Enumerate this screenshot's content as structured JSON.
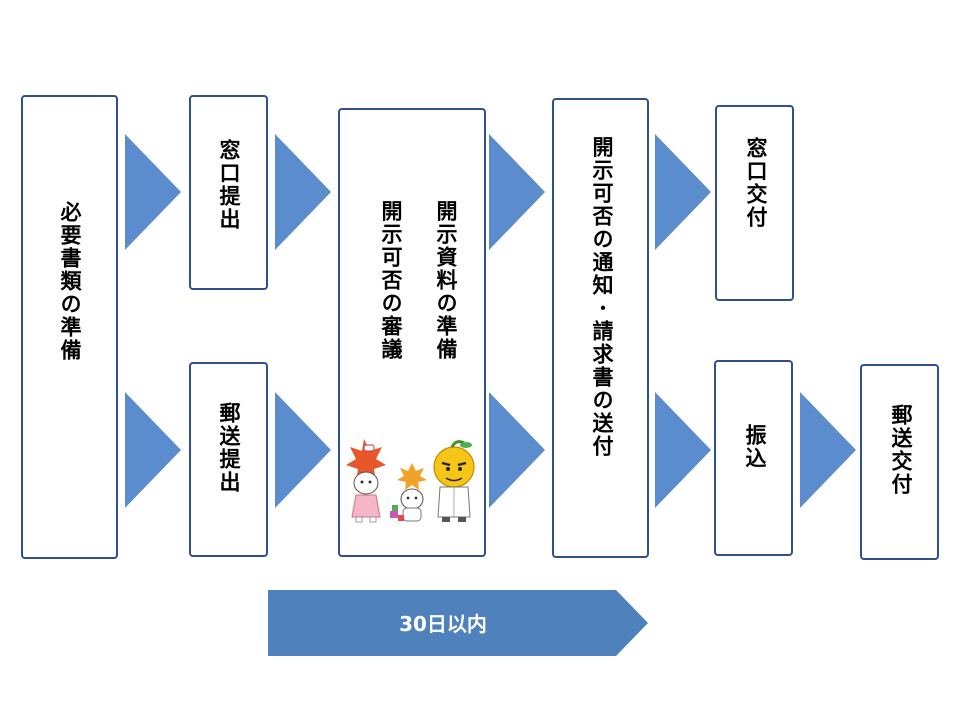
{
  "steps": {
    "prepare_documents": "必要書類の準備",
    "window_submission": "窓口提出",
    "mail_submission": "郵送提出",
    "review": {
      "line1": "開示資料の準備",
      "line2": "開示可否の審議"
    },
    "notification": "開示可否の通知･請求書の送付",
    "window_delivery": "窓口交付",
    "bank_transfer": "振込",
    "mail_delivery": "郵送交付"
  },
  "duration": "30日以内",
  "colors": {
    "arrow": "#5b8ccd",
    "duration_bar": "#4f81bd",
    "box_border": "#2f4f8f"
  },
  "icons": {
    "mascots": "mascot-characters-illustration"
  }
}
